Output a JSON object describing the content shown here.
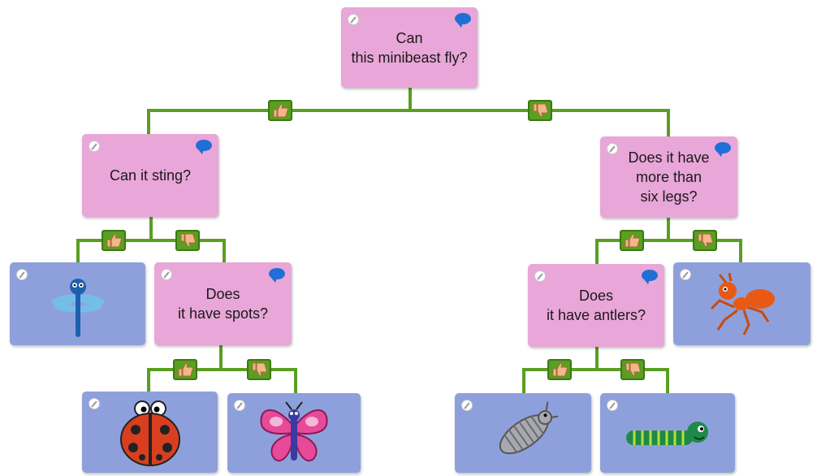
{
  "diagram": {
    "questions": {
      "root": "Can\nthis minibeast fly?",
      "sting": "Can it sting?",
      "legs": "Does it have\nmore than\nsix legs?",
      "spots": "Does\nit have spots?",
      "antlers": "Does\nit have antlers?"
    },
    "icons": {
      "edit": "pencil-icon",
      "comment": "speech-bubble-icon",
      "yes": "thumbs-up-icon",
      "no": "thumbs-down-icon"
    },
    "answers": [
      "dragonfly",
      "ladybird",
      "butterfly",
      "woodlouse",
      "caterpillar",
      "ant"
    ],
    "colors": {
      "question_box": "#e9a6d8",
      "answer_box": "#8ea0dc",
      "connector": "#5a9e22",
      "comment_bubble": "#1f6fd6"
    }
  }
}
